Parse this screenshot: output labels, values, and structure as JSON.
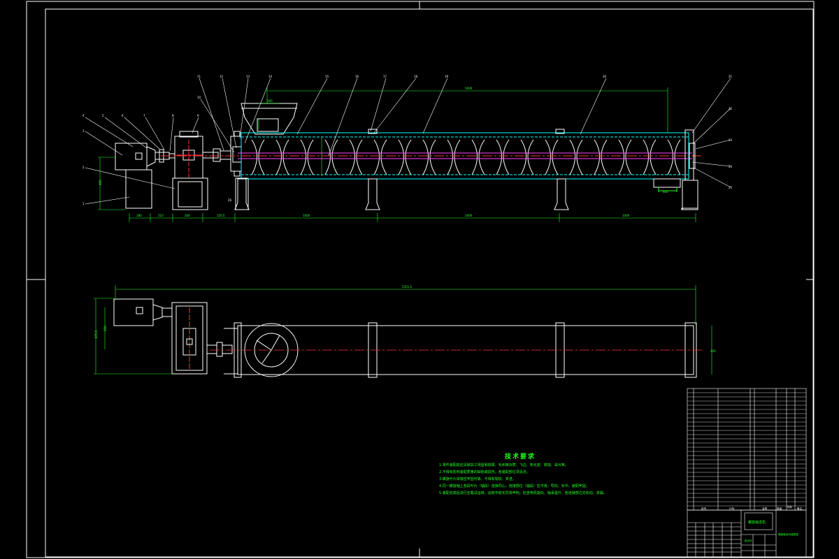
{
  "technical_requirements": {
    "title": "技术要求",
    "notes": [
      "1.零件装配前应清除加工残留和铁屑、毛刺等杂质、飞边、氧化皮、锈蚀、油污等。",
      "2.不得有影响装配质量的缺陷或损伤，各装配部位须清洁。",
      "3.螺旋叶片焊接应牢固可靠，不得有裂纹、夹渣。",
      "4.同一螺旋轴上各段叶片（轴段）连接同心，连接部位（轴段）应平滑，导向、对中、装配牢固。",
      "5.装配完成后进行空载试运转，运转平稳无异常声响，检查电机旋向、轴承温升、各连接部位无松动、渗漏。"
    ]
  },
  "title_block": {
    "part_name": "螺旋输送机",
    "drawing_title": "螺旋输送机装配图",
    "material": "组合件",
    "headers": [
      "序号",
      "代号",
      "名称",
      "数量",
      "材料",
      "单件",
      "总计",
      "备注"
    ]
  },
  "colors": {
    "background": "#000000",
    "outline": "#ffffff",
    "dimension": "#22ff22",
    "hidden_line": "#00ffff",
    "centerline": "#ff3333",
    "shaft": "#ff44ff",
    "leader": "#ffffff"
  }
}
